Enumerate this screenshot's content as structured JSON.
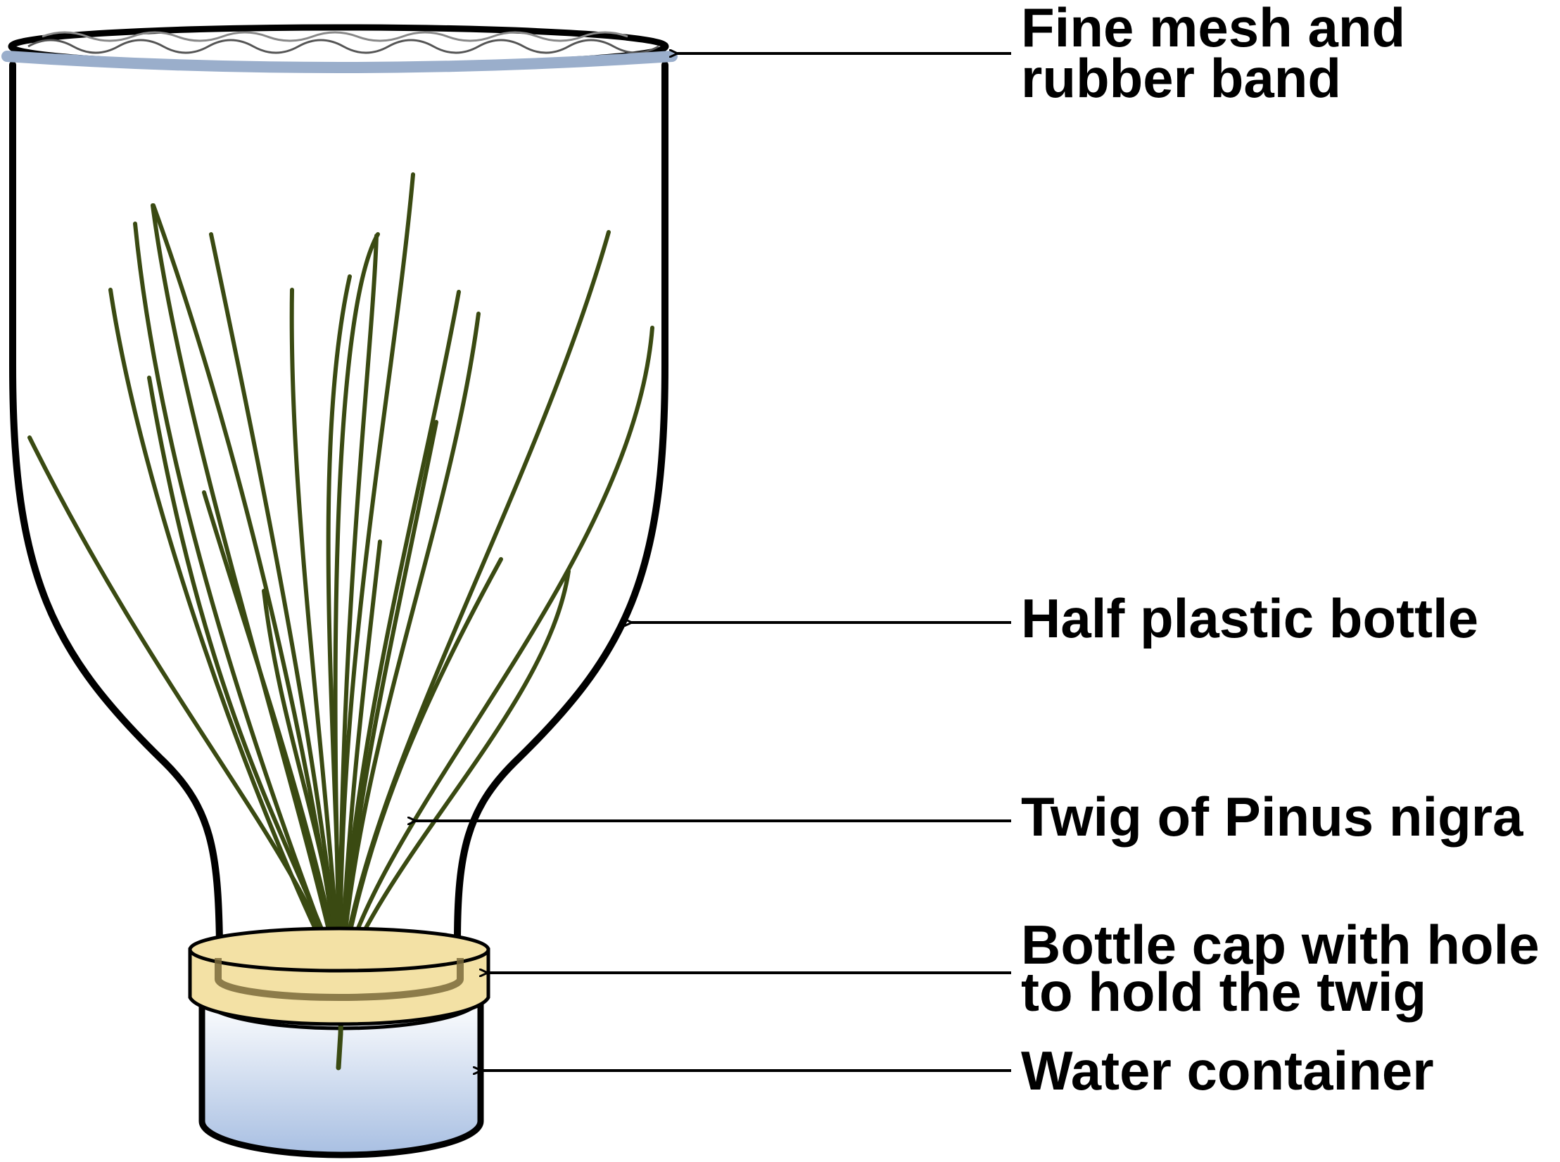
{
  "labels": {
    "mesh_line1": "Fine mesh and",
    "mesh_line2": "rubber band",
    "bottle": "Half plastic bottle",
    "twig": "Twig of Pinus nigra",
    "cap_line1": "Bottle cap with hole",
    "cap_line2": "to hold the twig",
    "container": "Water container"
  },
  "colors": {
    "outline": "#000000",
    "rubber_band": "#9aaecb",
    "needles": "#3a4a12",
    "cap_fill": "#f3e1a5",
    "cap_stroke": "#b9a060",
    "water_top": "#ffffff",
    "water_bottom": "#a8bfe2"
  }
}
